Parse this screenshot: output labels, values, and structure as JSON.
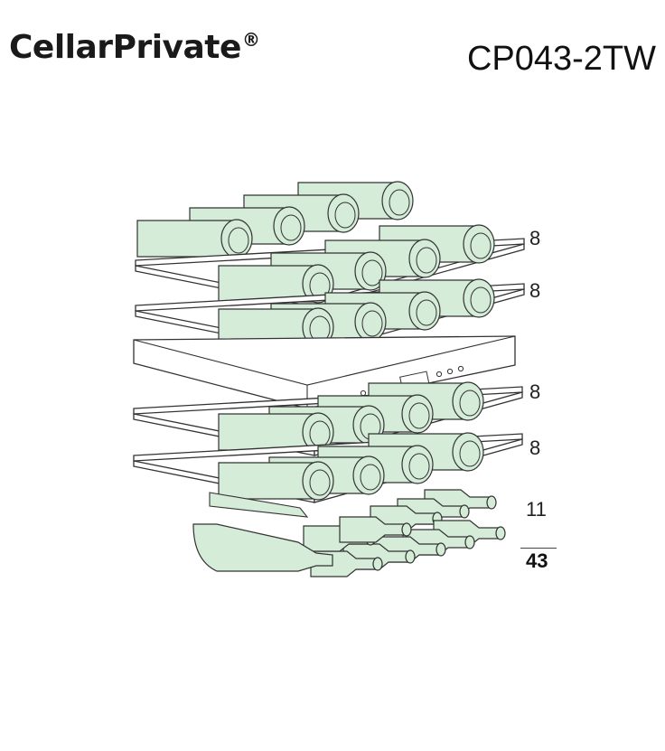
{
  "header": {
    "brand": "CellarPrivate",
    "brand_mark": "®",
    "model": "CP043-2TW"
  },
  "colors": {
    "bottle_fill": "#d4ecd8",
    "outline": "#333333",
    "shelf_fill": "#ffffff"
  },
  "shelf_counts": [
    "8",
    "8",
    "8",
    "8",
    "11"
  ],
  "total": "43"
}
